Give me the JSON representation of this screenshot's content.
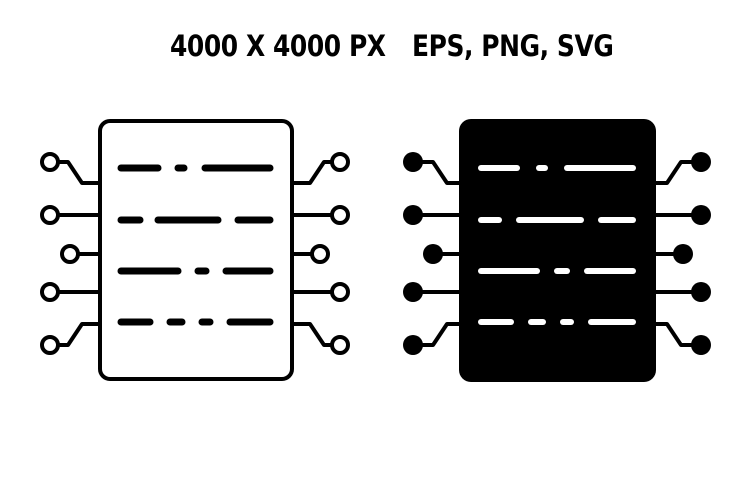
{
  "header": {
    "size_text": "4000 X 4000 PX",
    "formats_text": "EPS, PNG, SVG"
  },
  "icons": [
    {
      "name": "chip-document-outline-icon",
      "style": "outline"
    },
    {
      "name": "chip-document-filled-icon",
      "style": "filled"
    }
  ],
  "colors": {
    "foreground": "#000000",
    "background": "#ffffff"
  }
}
